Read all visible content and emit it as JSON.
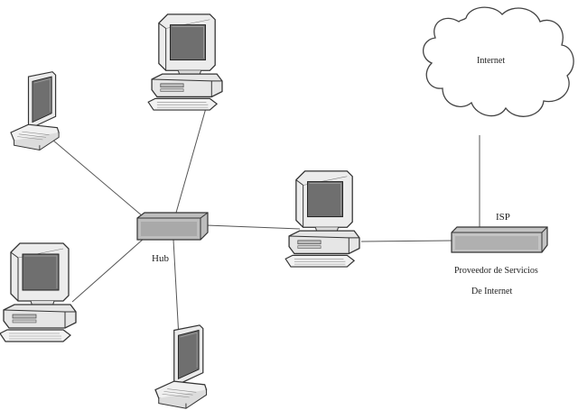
{
  "diagram": {
    "labels": {
      "internet": "Internet",
      "isp": "ISP",
      "hub": "Hub",
      "provider_line1": "Proveedor de Servicios",
      "provider_line2": "De Internet"
    },
    "nodes": [
      {
        "name": "laptop-top-left",
        "kind": "laptop"
      },
      {
        "name": "desktop-top",
        "kind": "desktop"
      },
      {
        "name": "desktop-left",
        "kind": "desktop"
      },
      {
        "name": "laptop-bottom",
        "kind": "laptop"
      },
      {
        "name": "hub-device",
        "kind": "hub"
      },
      {
        "name": "desktop-gateway",
        "kind": "desktop"
      },
      {
        "name": "isp-device",
        "kind": "isp-modem"
      },
      {
        "name": "internet-cloud",
        "kind": "cloud"
      }
    ],
    "links": [
      {
        "from": "hub-device",
        "to": "laptop-top-left"
      },
      {
        "from": "hub-device",
        "to": "desktop-top"
      },
      {
        "from": "hub-device",
        "to": "desktop-left"
      },
      {
        "from": "hub-device",
        "to": "laptop-bottom"
      },
      {
        "from": "hub-device",
        "to": "desktop-gateway"
      },
      {
        "from": "desktop-gateway",
        "to": "isp-device"
      },
      {
        "from": "isp-device",
        "to": "internet-cloud"
      }
    ]
  }
}
